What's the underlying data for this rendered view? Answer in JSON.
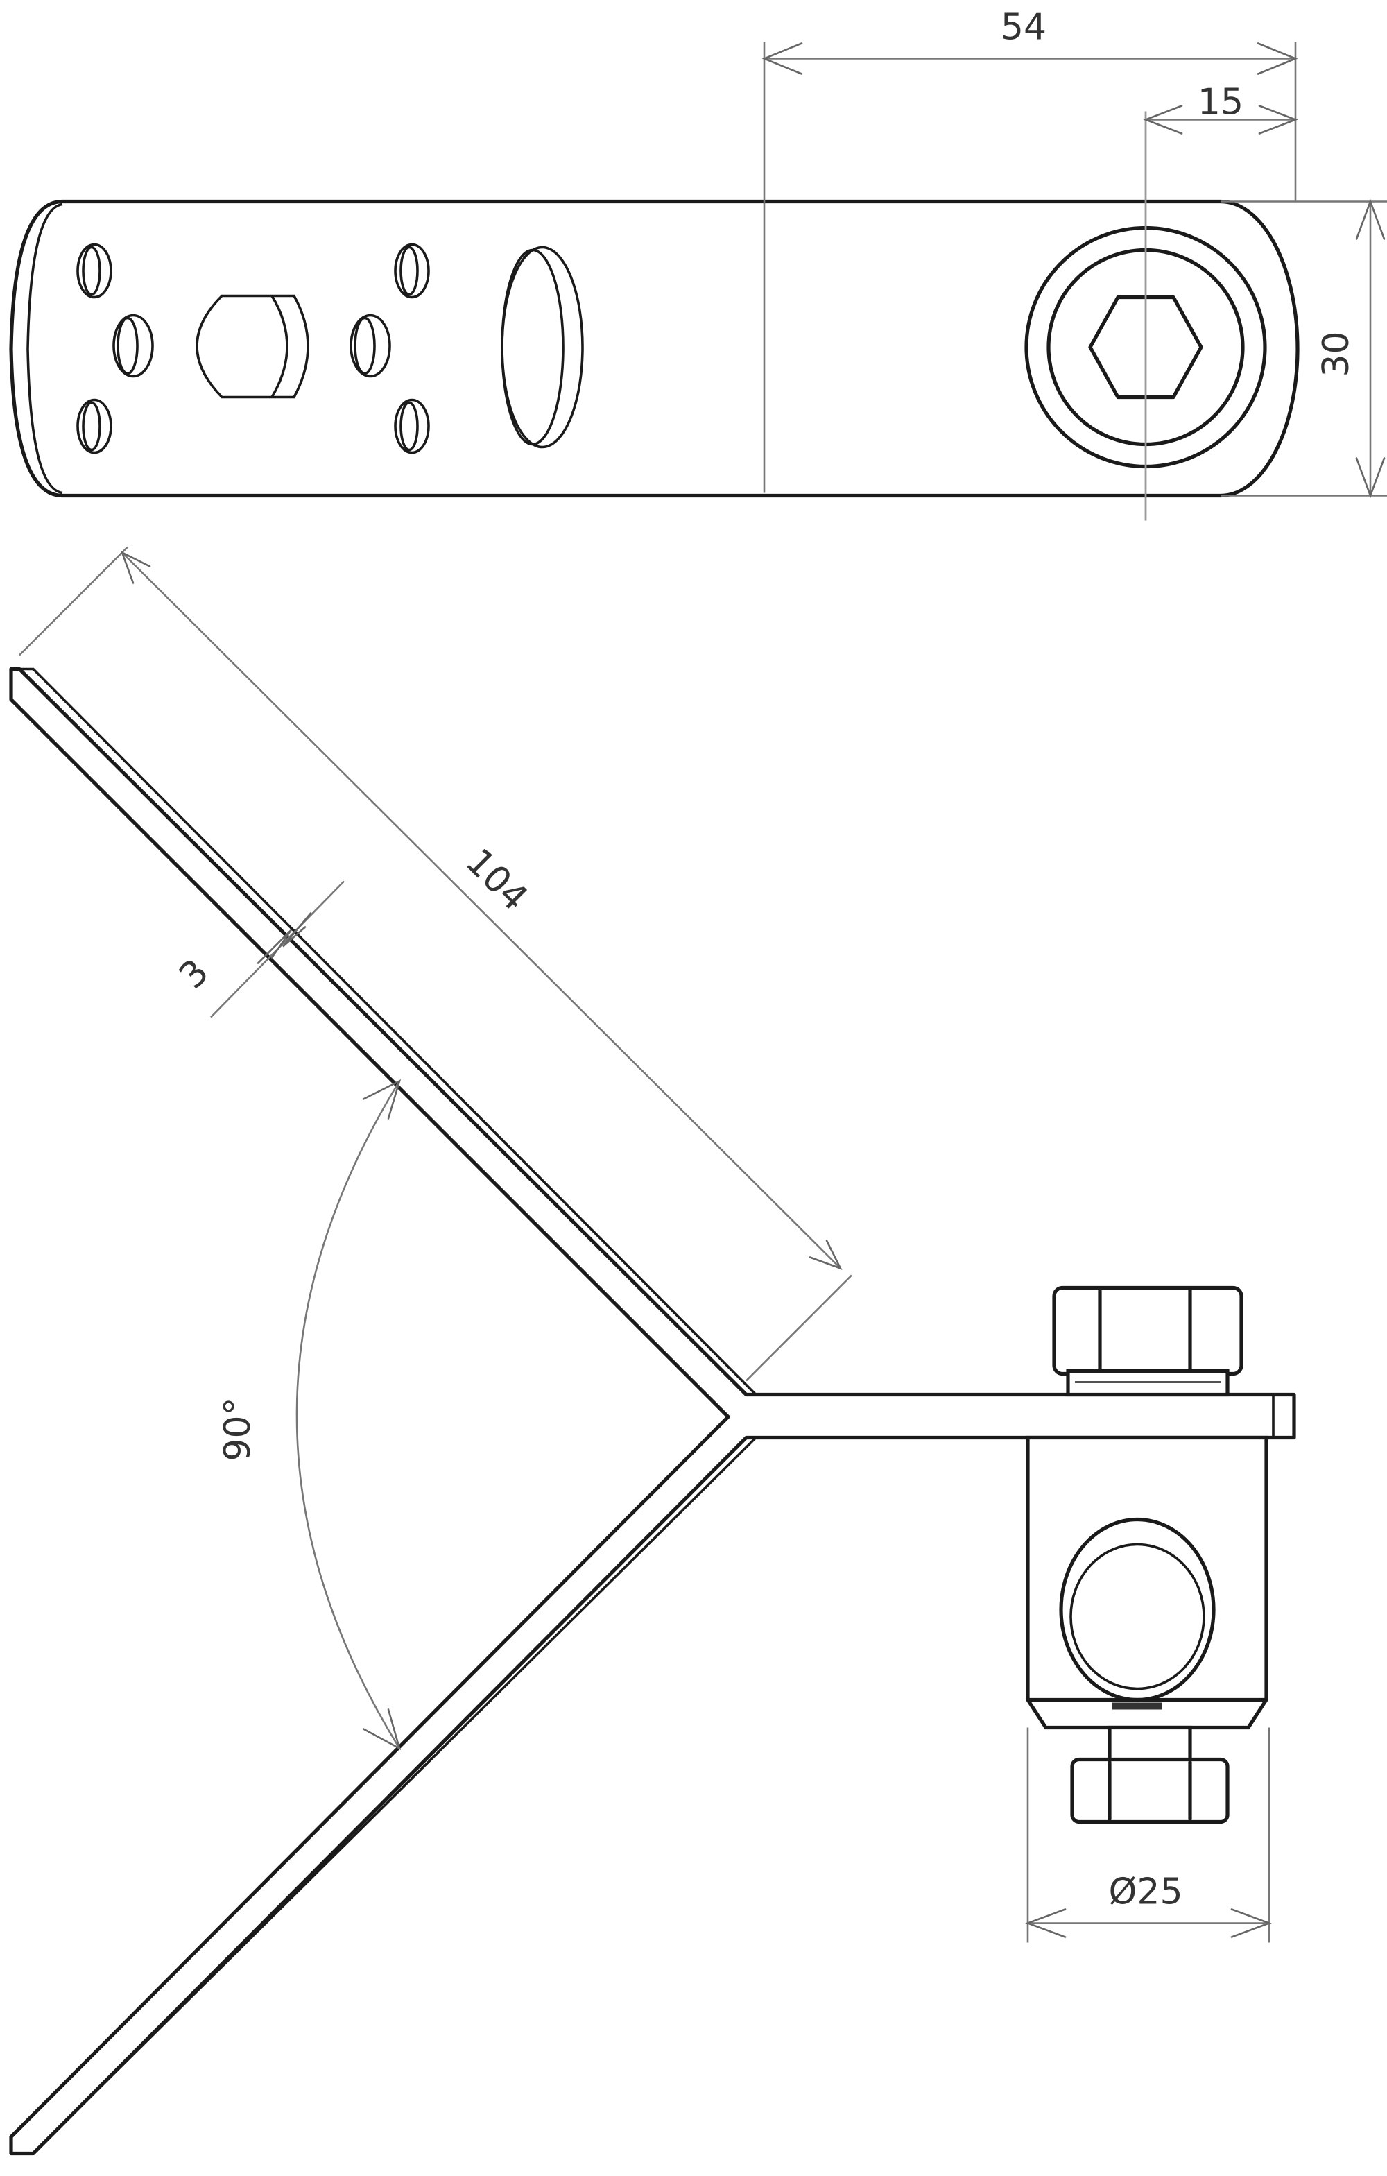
{
  "drawing": {
    "type": "technical-drawing",
    "views": [
      "top-view",
      "side-view"
    ],
    "line_color": "#1a1a1a",
    "dimension_color": "#777777",
    "background": "#ffffff"
  },
  "dimensions": {
    "overall_width_label": "54",
    "hole_offset_label": "15",
    "strip_width_label": "30",
    "arm_length_label": "104",
    "thickness_label": "3",
    "angle_label": "90°",
    "clamp_diameter_label": "Ø25"
  }
}
